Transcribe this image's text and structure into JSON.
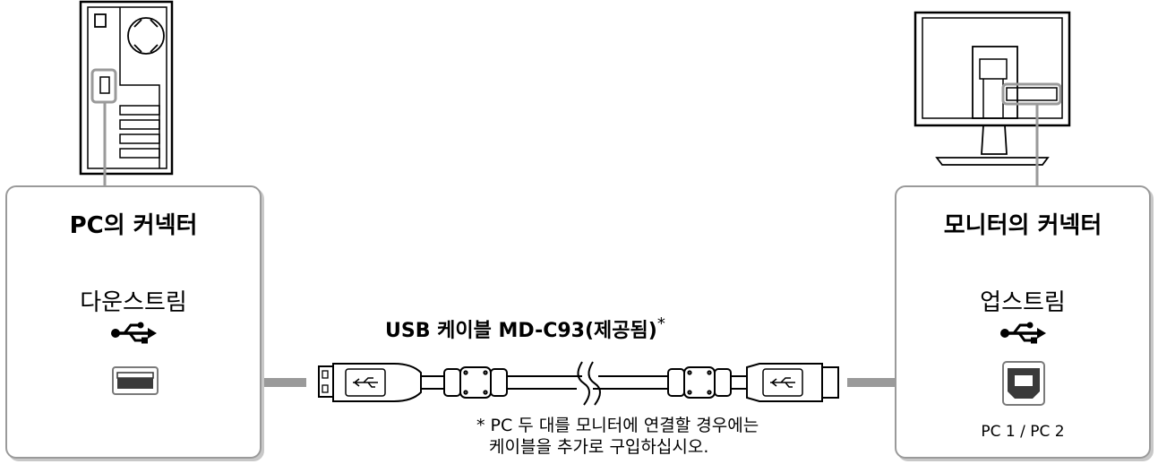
{
  "left_panel": {
    "title": "PC의 커넥터",
    "port_label": "다운스트림",
    "usb_icon": "usb-icon"
  },
  "right_panel": {
    "title": "모니터의 커넥터",
    "port_label": "업스트림",
    "usb_icon": "usb-icon",
    "port_caption": "PC 1 / PC 2"
  },
  "cable": {
    "title": "USB 케이블 MD-C93(제공됨)",
    "title_mark": "*"
  },
  "note": {
    "line1": "* PC 두 대를 모니터에 연결할 경우에는",
    "line2": "케이블을 추가로 구입하십시오."
  },
  "colors": {
    "arrow": "#9a9a9a",
    "panel_border": "#9a9a9a",
    "port_dark": "#3a3a3a",
    "port_frame": "#a0a0a0"
  }
}
